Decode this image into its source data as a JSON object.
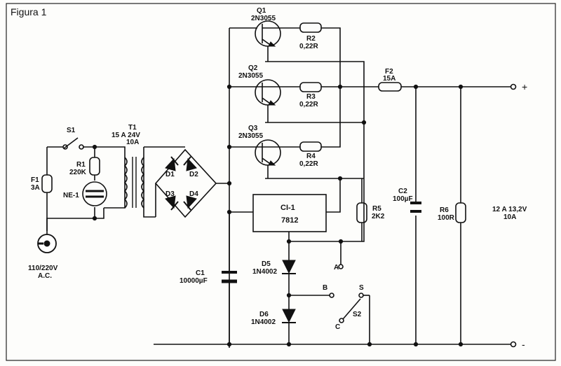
{
  "figure": {
    "title": "Figura 1"
  },
  "labels": {
    "q1_ref": "Q1",
    "q1_part": "2N3055",
    "q2_ref": "Q2",
    "q2_part": "2N3055",
    "q3_ref": "Q3",
    "q3_part": "2N3055",
    "r2_ref": "R2",
    "r2_val": "0,22R",
    "r3_ref": "R3",
    "r3_val": "0,22R",
    "r4_ref": "R4",
    "r4_val": "0,22R",
    "f2_ref": "F2",
    "f2_val": "15A",
    "s1_ref": "S1",
    "t1_ref": "T1",
    "t1_spec": "15  A  24V",
    "t1_current": "10A",
    "f1_ref": "F1",
    "f1_val": "3A",
    "r1_ref": "R1",
    "r1_val": "220K",
    "ne1_ref": "NE-1",
    "d1": "D1",
    "d2": "D2",
    "d3": "D3",
    "d4": "D4",
    "ci1_ref": "CI-1",
    "ci1_part": "7812",
    "r5_ref": "R5",
    "r5_val": "2K2",
    "c2_ref": "C2",
    "c2_val": "100µF",
    "r6_ref": "R6",
    "r6_val": "100R",
    "out_spec": "12  A  13,2V",
    "out_current": "10A",
    "mains": "110/220V",
    "mains_ac": "A.C.",
    "c1_ref": "C1",
    "c1_val": "10000µF",
    "d5_ref": "D5",
    "d5_part": "1N4002",
    "d6_ref": "D6",
    "d6_part": "1N4002",
    "node_a": "A",
    "node_b": "B",
    "node_s": "S",
    "node_c": "C",
    "s2_ref": "S2",
    "plus": "+",
    "minus": "-"
  }
}
